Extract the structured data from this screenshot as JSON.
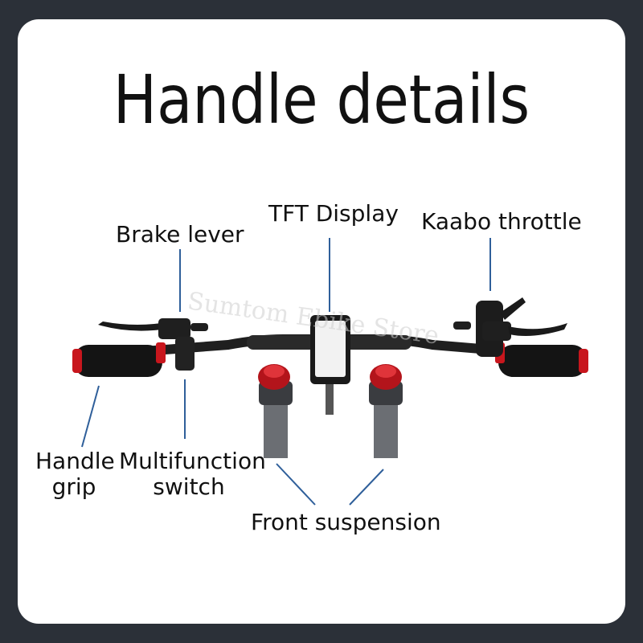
{
  "title": "Handle details",
  "watermark": "Sumtom Ebike Store",
  "labels": {
    "brake_lever": "Brake lever",
    "tft_display": "TFT Display",
    "kaabo_throttle": "Kaabo throttle",
    "handle_grip_line1": "Handle",
    "handle_grip_line2": "grip",
    "multifunction_line1": "Multifunction",
    "multifunction_line2": "switch",
    "front_suspension": "Front suspension"
  },
  "colors": {
    "frame": "#2b3038",
    "card": "#ffffff",
    "callout_line": "#2f5f9a",
    "grip_accent": "#c8161d",
    "handlebar": "#1f1f1f"
  }
}
